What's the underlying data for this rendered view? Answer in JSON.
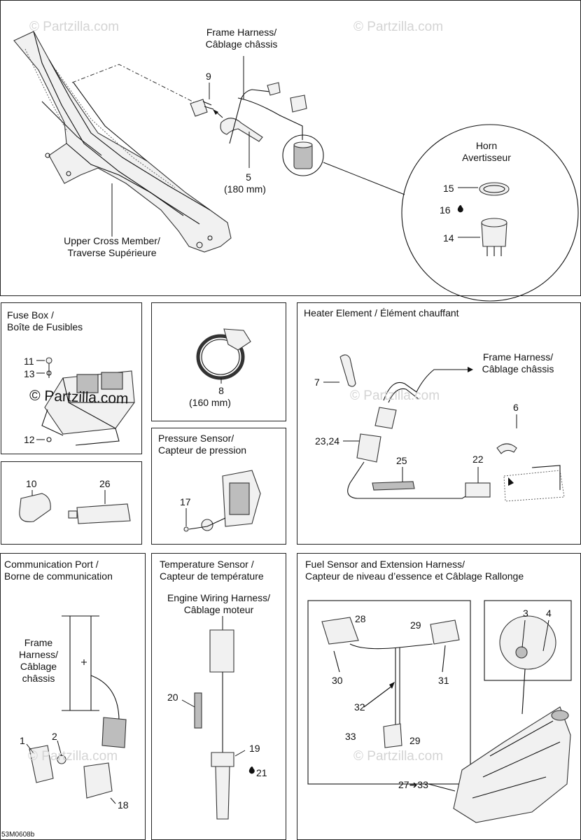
{
  "watermark": "© Partzilla.com",
  "drawing_code": "53M0608b",
  "top": {
    "frame_harness": [
      "Frame Harness/",
      "Câblage châssis"
    ],
    "horn": [
      "Horn",
      "Avertisseur"
    ],
    "upper_cross": [
      "Upper Cross Member/",
      "Traverse Supérieure"
    ],
    "n9": "9",
    "n5": "5",
    "n5_size": "(180 mm)",
    "n15": "15",
    "n16": "16",
    "n14": "14"
  },
  "fuse_box": {
    "title": [
      "Fuse Box /",
      "Boîte de Fusibles"
    ],
    "n11": "11",
    "n13": "13",
    "n12": "12"
  },
  "clamp": {
    "n8": "8",
    "size": "(160 mm)"
  },
  "heater": {
    "title": "Heater Element / Élément chauffant",
    "frame_harness": [
      "Frame Harness/",
      "Câblage châssis"
    ],
    "n7": "7",
    "n6": "6",
    "n23_24": "23,24",
    "n25": "25",
    "n22": "22"
  },
  "pressure": {
    "title": [
      "Pressure Sensor/",
      "Capteur de pression"
    ],
    "n17": "17"
  },
  "consumables": {
    "n10": "10",
    "n26": "26"
  },
  "comm": {
    "title": [
      "Communication Port /",
      "Borne de communication"
    ],
    "frame_harness": [
      "Frame",
      "Harness/",
      "Câblage",
      "châssis"
    ],
    "n1": "1",
    "n2": "2",
    "n18": "18"
  },
  "temp": {
    "title": [
      "Temperature Sensor /",
      "Capteur de température"
    ],
    "engine_harness": [
      "Engine Wiring Harness/",
      "Câblage moteur"
    ],
    "n20": "20",
    "n19": "19",
    "n21": "21"
  },
  "fuel": {
    "title": [
      "Fuel Sensor and Extension Harness/",
      "Capteur de niveau d’essence et Câblage Rallonge"
    ],
    "n28": "28",
    "n29a": "29",
    "n30": "30",
    "n31": "31",
    "n32": "32",
    "n33": "33",
    "n29b": "29",
    "n3": "3",
    "n4": "4",
    "n27_33": "27➔33"
  }
}
